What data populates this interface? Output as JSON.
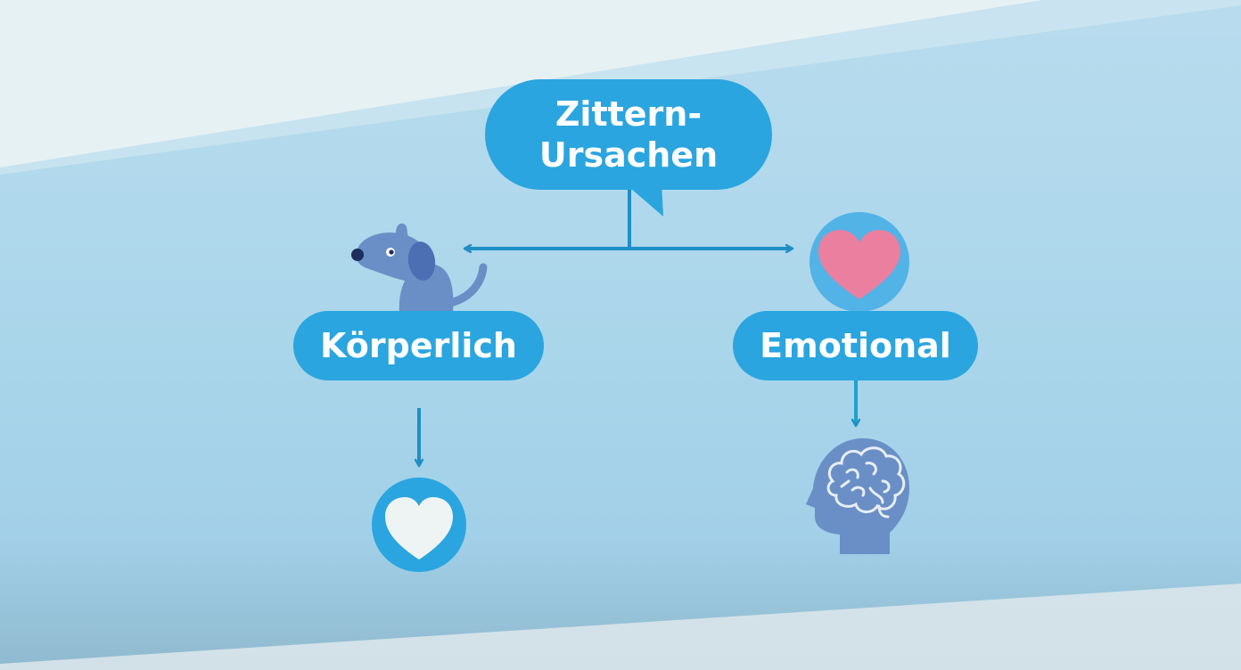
{
  "diagram": {
    "title_lines": [
      "Zittern-",
      "Ursachen"
    ],
    "nodes": [
      {
        "id": "physical",
        "label": "Körperlich",
        "top_icon": "dog-icon",
        "bottom_icon": "heart-circle-icon"
      },
      {
        "id": "emotional",
        "label": "Emotional",
        "top_icon": "pink-heart-icon",
        "bottom_icon": "head-brain-icon"
      }
    ]
  },
  "colors": {
    "primary": "#2aa5df",
    "arrow": "#1f8fc7",
    "icon_blue": "#6a8fc6",
    "heart_pink": "#ea7fa0",
    "background": "#a9d5ea"
  }
}
